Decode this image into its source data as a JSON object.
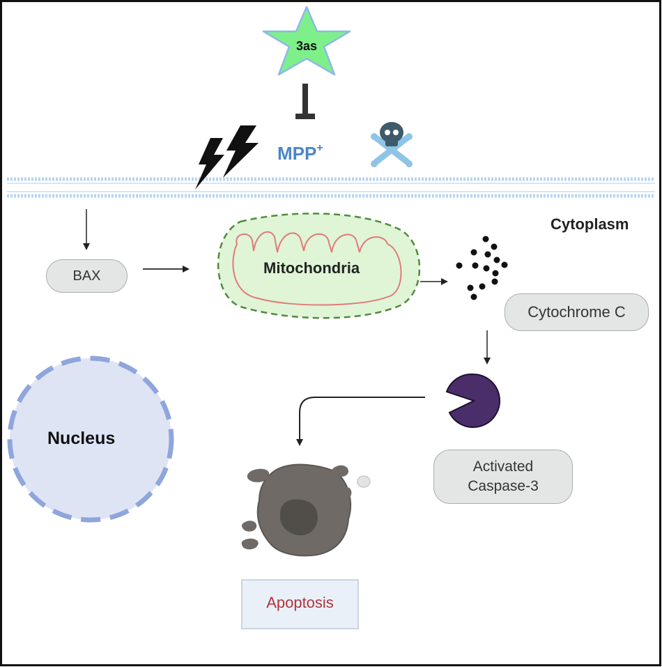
{
  "inhibitor": {
    "label": "3as",
    "fill": "#7ef08a",
    "stroke": "#8fb8e8"
  },
  "toxin": {
    "label": "MPP",
    "superscript": "+",
    "color": "#4a86c8",
    "icons": [
      "lightning-bolt-icon",
      "lightning-bolt-icon",
      "skull-crossbones-icon"
    ]
  },
  "compartments": {
    "cytoplasm": "Cytoplasm",
    "nucleus": "Nucleus"
  },
  "nodes": {
    "bax": "BAX",
    "mitochondria": "Mitochondria",
    "cytochrome_c": "Cytochrome C",
    "caspase_line1": "Activated",
    "caspase_line2": "Caspase-3",
    "apoptosis": "Apoptosis"
  },
  "colors": {
    "membrane": "#b7d4ef",
    "mito_fill": "#dff5d6",
    "mito_border": "#4f8a3c",
    "mito_cristae": "#e07a7a",
    "nucleus_fill": "#dfe4f5",
    "nucleus_border": "#8fa6dc",
    "caspase": "#4a2e6a",
    "apoptosis_text": "#b0343c",
    "apoptosis_box": "#eaf0f8",
    "cell_gray": "#6f6a65"
  }
}
